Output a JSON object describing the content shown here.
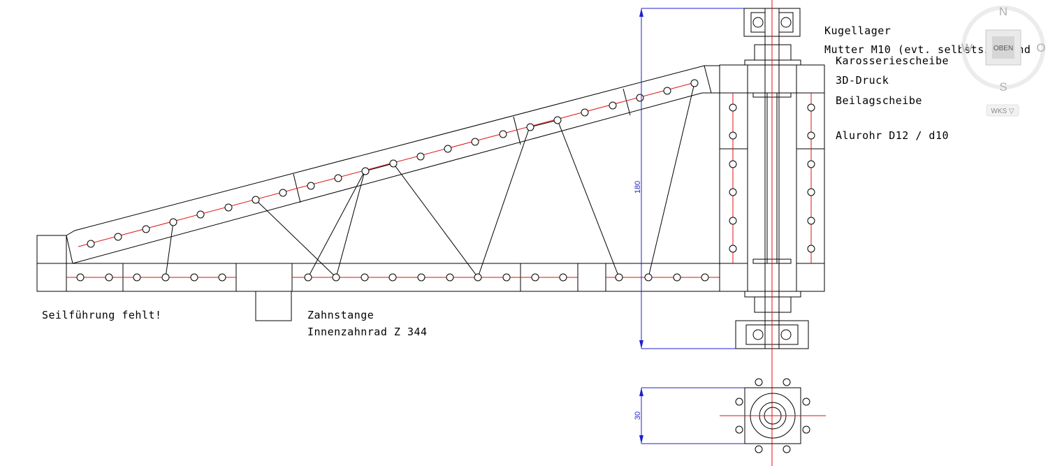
{
  "labels": {
    "kugellager": "Kugellager",
    "mutter": "Mutter M10 (evt. selbstsichernd",
    "karosseriescheibe": "Karosseriescheibe",
    "druck": "3D-Druck",
    "beilagscheibe": "Beilagscheibe",
    "alurohr": "Alurohr D12 / d10",
    "seilfuehrung": "Seilführung fehlt!",
    "zahnstange": "Zahnstange",
    "innenzahnrad": "Innenzahnrad Z 344"
  },
  "dimensions": {
    "height_vertical": "180",
    "height_small": "30"
  },
  "viewcube": {
    "top_face": "OBEN",
    "north": "N",
    "south": "S",
    "west": "W",
    "east": "O",
    "wcs": "WKS ▽"
  },
  "colors": {
    "outline": "#000000",
    "centerline": "#e01010",
    "dimension": "#1f1fd0",
    "background": "#ffffff"
  }
}
